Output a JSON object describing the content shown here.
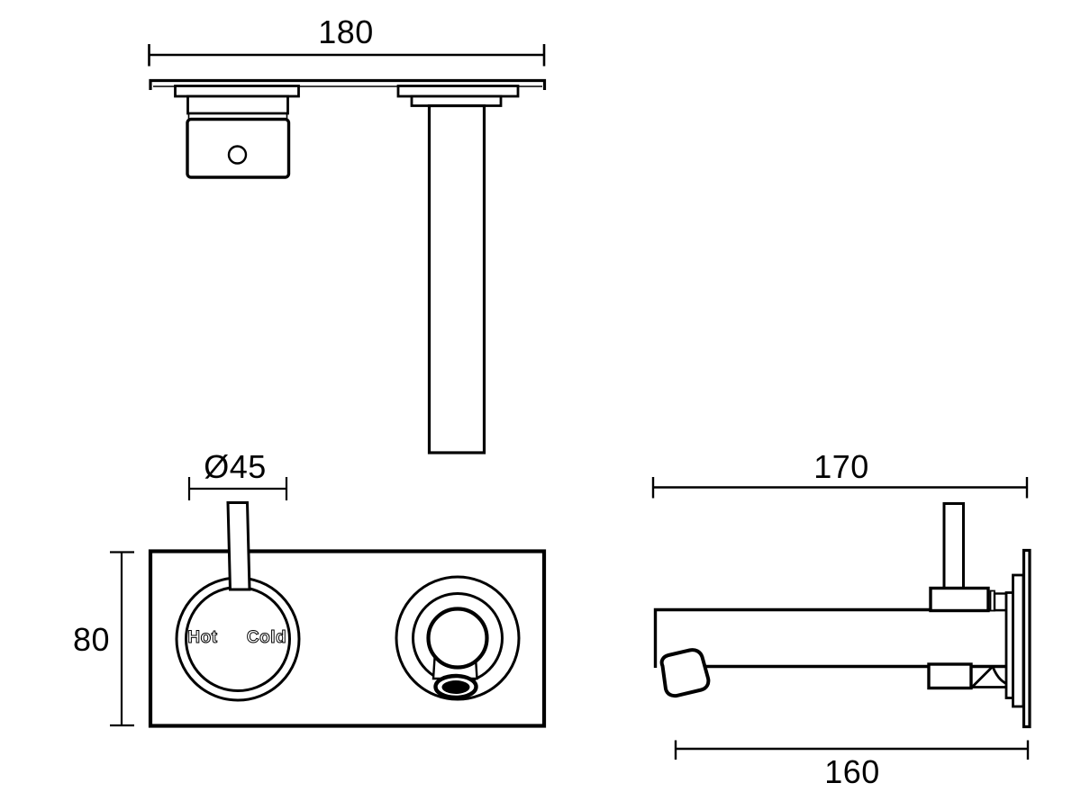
{
  "drawing": {
    "background_color": "#ffffff",
    "line_color": "#000000",
    "views": {
      "top": {
        "title": "top-view-of-wall-plate",
        "dim_plate_width": "180"
      },
      "front": {
        "title": "front-view-of-wall-plate",
        "dim_handle_diameter": "Ø45",
        "dim_plate_height": "80",
        "dial": {
          "hot_label": "Hot",
          "cold_label": "Cold"
        }
      },
      "side": {
        "title": "side-view-of-spout",
        "dim_overall_projection": "170",
        "dim_spout_projection": "160"
      }
    }
  }
}
